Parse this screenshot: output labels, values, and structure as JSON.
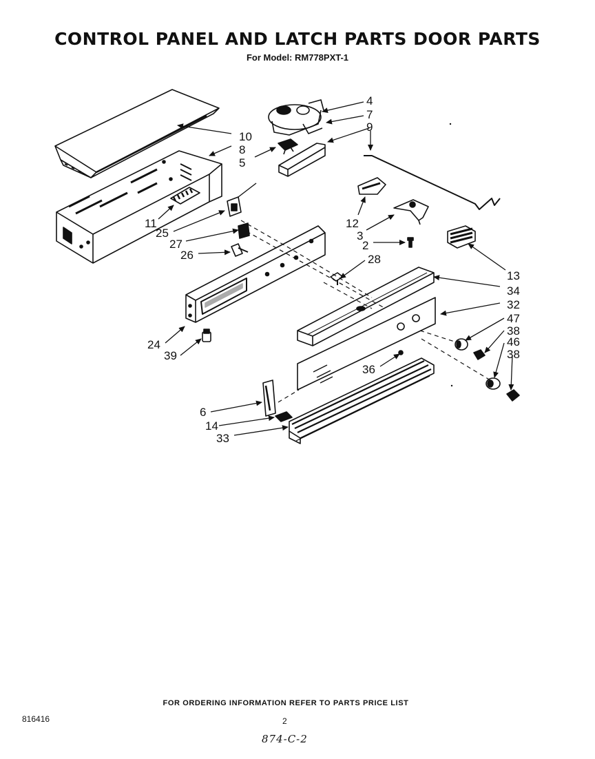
{
  "header": {
    "title": "CONTROL PANEL AND LATCH PARTS  DOOR  PARTS",
    "model_line": "For Model: RM778PXT-1"
  },
  "callouts": [
    "4",
    "7",
    "9",
    "10",
    "8",
    "5",
    "11",
    "25",
    "27",
    "26",
    "12",
    "3",
    "2",
    "28",
    "13",
    "34",
    "32",
    "47",
    "38",
    "46",
    "38",
    "24",
    "39",
    "36",
    "6",
    "14",
    "33"
  ],
  "footer": {
    "ordering_note": "FOR ORDERING INFORMATION REFER TO PARTS PRICE LIST",
    "document_number": "816416",
    "page_number": "2",
    "handwritten_note": "874-C-2"
  }
}
